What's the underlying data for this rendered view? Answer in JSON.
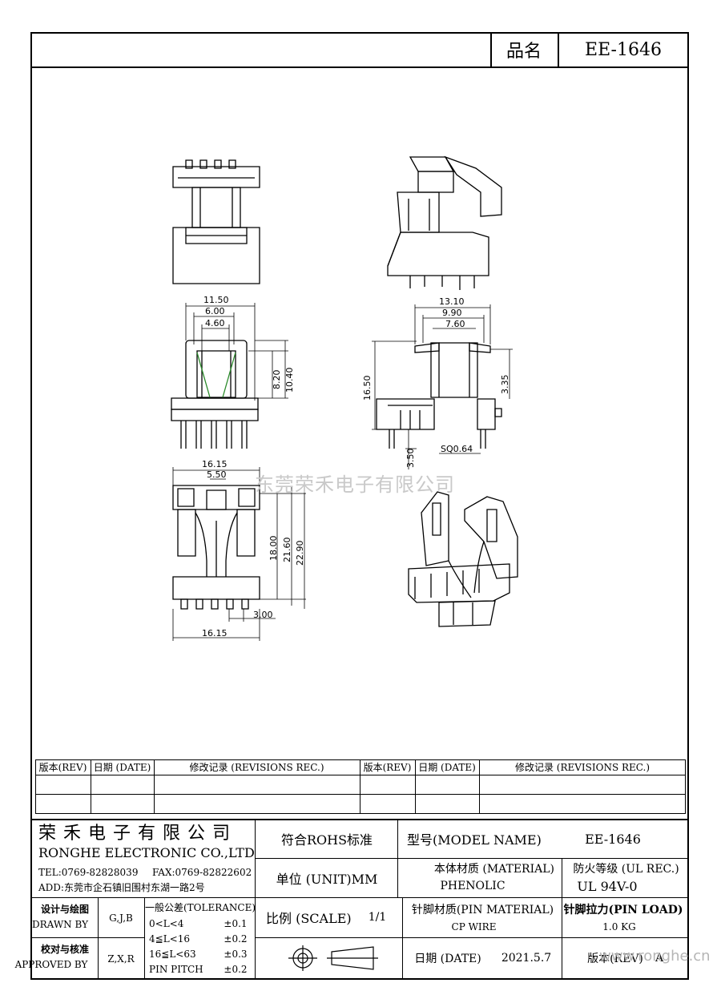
{
  "header": {
    "name_label": "品名",
    "name_value": "EE-1646"
  },
  "watermark": "东莞荣禾电子有限公司",
  "site_watermark": "www.ronghe.cn",
  "dimensions": {
    "top_width_total": "11.50",
    "top_width_mid": "6.00",
    "top_width_inner": "4.60",
    "height_inner": "8.20",
    "height_outer": "10.40",
    "side_width_total": "13.10",
    "side_width_mid": "9.90",
    "side_width_inner": "7.60",
    "side_height": "16.50",
    "side_pin_height": "3.35",
    "pin_length": "3.50",
    "pin_square": "SQ0.64",
    "bottom_width_top": "16.15",
    "bottom_inner": "5.50",
    "bottom_len_a": "18.00",
    "bottom_len_b": "21.60",
    "bottom_len_c": "22.90",
    "pin_pitch_val": "3.00",
    "bottom_width_bottom": "16.15"
  },
  "revisions": {
    "headers": [
      "版本(REV)",
      "日期 (DATE)",
      "修改记录 (REVISIONS REC.)",
      "版本(REV)",
      "日期 (DATE)",
      "修改记录 (REVISIONS REC.)"
    ]
  },
  "title_block": {
    "company_cn": "荣禾电子有限公司",
    "company_en": "RONGHE ELECTRONIC CO.,LTD",
    "tel": "TEL:0769-82828039",
    "fax": "FAX:0769-82822602",
    "address": "ADD:东莞市企石镇旧围村东湖一路2号",
    "rohs": "符合ROHS标准",
    "model_label": "型号(MODEL NAME)",
    "model_value": "EE-1646",
    "unit": "单位 (UNIT)MM",
    "material_label": "本体材质 (MATERIAL)",
    "material_value": "PHENOLIC",
    "ul_label": "防火等级 (UL REC.)",
    "ul_value": "UL 94V-0",
    "design_cn": "设计与绘图",
    "design_en": "DRAWN BY",
    "design_value": "G,J,B",
    "approve_cn": "校对与核准",
    "approve_en": "APPROVED BY",
    "approve_value": "Z,X,R",
    "tolerance_title": "一般公差(TOLERANCE)",
    "tol_rows": [
      {
        "range": "0<L<4",
        "value": "±0.1"
      },
      {
        "range": "4≦L<16",
        "value": "±0.2"
      },
      {
        "range": "16≦L<63",
        "value": "±0.3"
      },
      {
        "range": "PIN PITCH",
        "value": "±0.2"
      }
    ],
    "scale_label": "比例 (SCALE)",
    "scale_value": "1/1",
    "pin_material_label": "针脚材质(PIN MATERIAL)",
    "pin_material_value": "CP WIRE",
    "pin_load_label": "针脚拉力(PIN LOAD)",
    "pin_load_value": "1.0 KG",
    "date_label": "日期 (DATE)",
    "date_value": "2021.5.7",
    "rev_label": "版本(REV)",
    "rev_value": "A"
  }
}
